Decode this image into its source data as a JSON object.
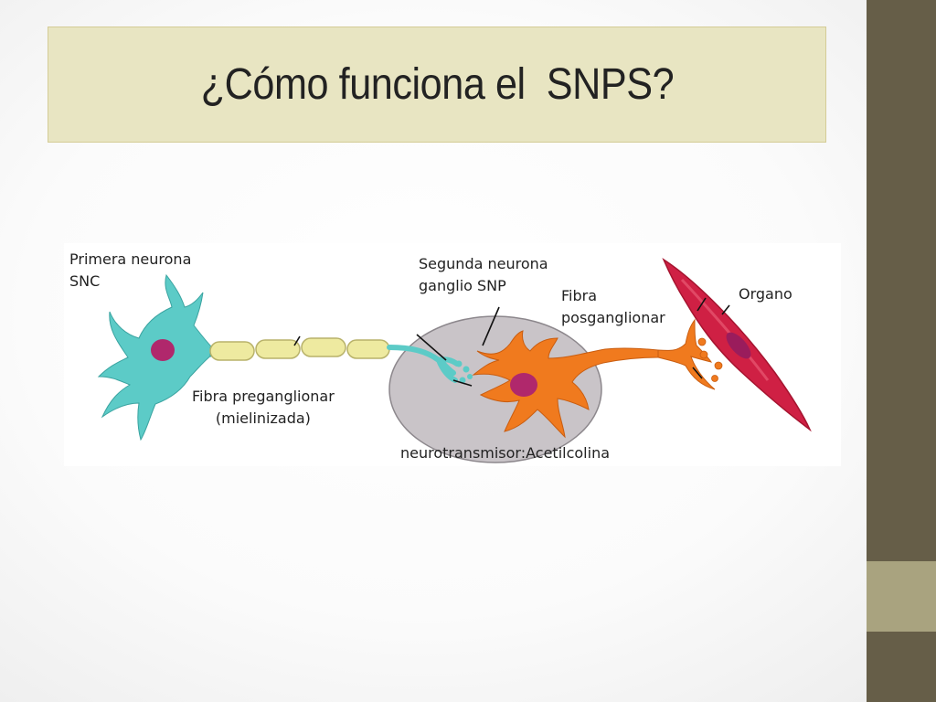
{
  "slide": {
    "title": "¿Cómo funciona el  SNPS?"
  },
  "diagram": {
    "labels": {
      "primera_line1": "Primera neurona",
      "primera_line2": "SNC",
      "segunda_line1": "Segunda neurona",
      "segunda_line2": "ganglio SNP",
      "fibra_pos_line1": "Fibra",
      "fibra_pos_line2": "posganglionar",
      "organo": "Organo",
      "fibra_pre_line1": "Fibra preganglionar",
      "fibra_pre_line2": "(mielinizada)",
      "neurotransmisor": "neurotransmisor:Acetilcolina"
    },
    "colors": {
      "neuron1": "#5ccbc7",
      "myelin": "#eeeaa0",
      "ganglion": "#c9c4c8",
      "neuron2": "#f07a1e",
      "nucleus": "#b0286c",
      "organ": "#cf2044"
    }
  }
}
